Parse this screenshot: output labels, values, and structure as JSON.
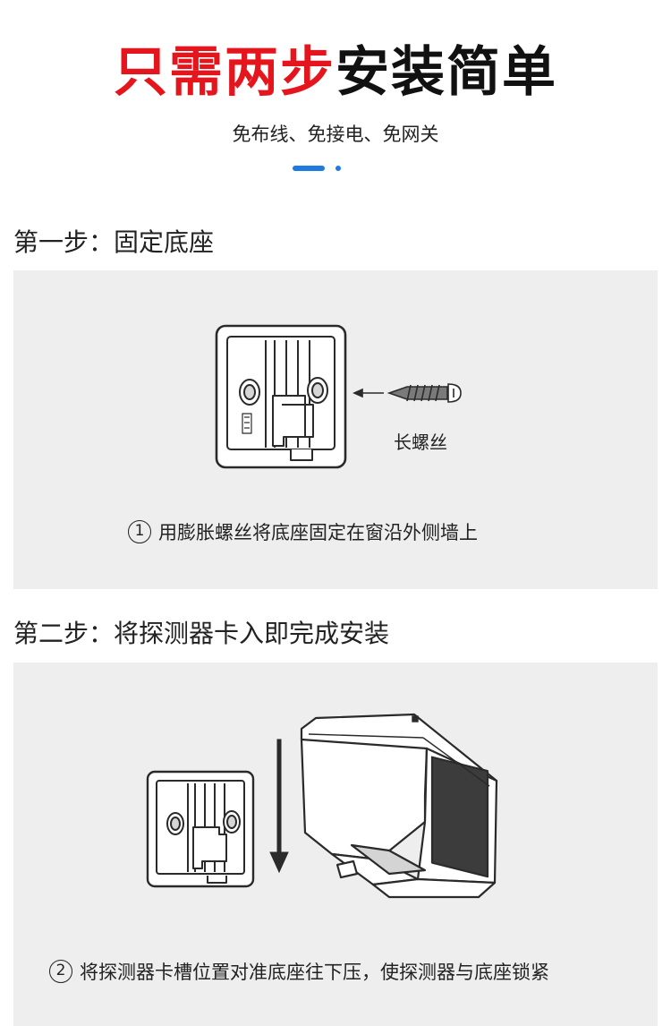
{
  "headline": {
    "red": "只需两步",
    "dark": "安装简单"
  },
  "subline": "免布线、免接电、免网关",
  "accent_color": "#1f7be0",
  "headline_red_color": "#e5151d",
  "step1": {
    "title": "第一步：固定底座",
    "screw_label": "长螺丝",
    "caption_num": "1",
    "caption": "用膨胀螺丝将底座固定在窗沿外侧墙上"
  },
  "step2": {
    "title": "第二步：将探测器卡入即完成安装",
    "caption_num": "2",
    "caption": "将探测器卡槽位置对准底座往下压，使探测器与底座锁紧"
  }
}
